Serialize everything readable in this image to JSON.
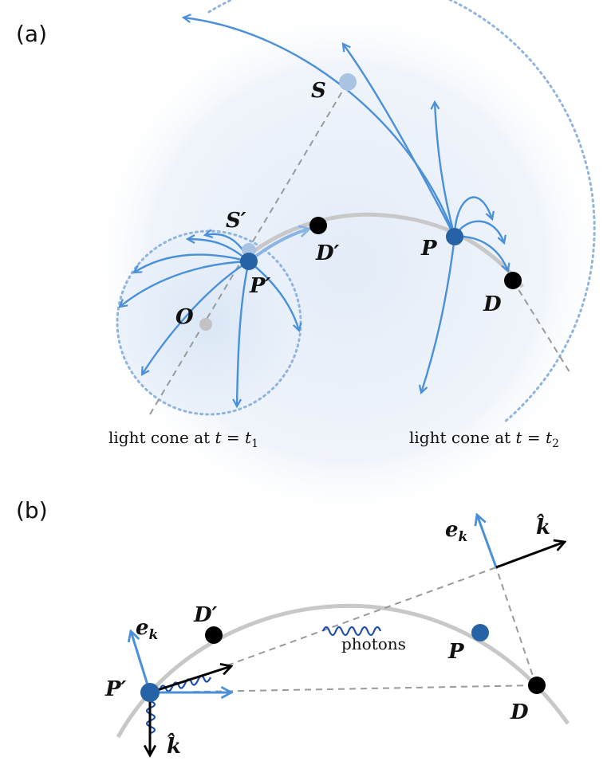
{
  "panel_a": {
    "label": "(a)",
    "points": {
      "S": "S",
      "S_prime": "S′",
      "P": "P",
      "P_prime": "P′",
      "D": "D",
      "D_prime": "D′",
      "O": "O"
    },
    "captions": {
      "cone1_prefix": "light cone at",
      "cone1_var": "t",
      "cone1_eq": " = ",
      "cone1_val": "t",
      "cone1_sub": "1",
      "cone2_prefix": "light cone at",
      "cone2_var": "t",
      "cone2_eq": " = ",
      "cone2_val": "t",
      "cone2_sub": "2"
    }
  },
  "panel_b": {
    "label": "(b)",
    "points": {
      "P_prime": "P′",
      "P": "P",
      "D": "D",
      "D_prime": "D′"
    },
    "vectors": {
      "e_k_left": "e",
      "e_k_left_sub": "k",
      "e_k_right": "e",
      "e_k_right_sub": "k",
      "k_hat_left": "k̂",
      "k_hat_right": "k̂"
    },
    "photons_label": "photons"
  },
  "colors": {
    "ray_blue": "#4a90d9",
    "point_blue": "#2563a6",
    "faded_blue": "#a9c4e3",
    "trajectory_gray": "#c8c8c8",
    "dash_gray": "#9a9a9a",
    "photon_wave": "#1d4fa8",
    "cone_fill": "#eaf1fa"
  }
}
